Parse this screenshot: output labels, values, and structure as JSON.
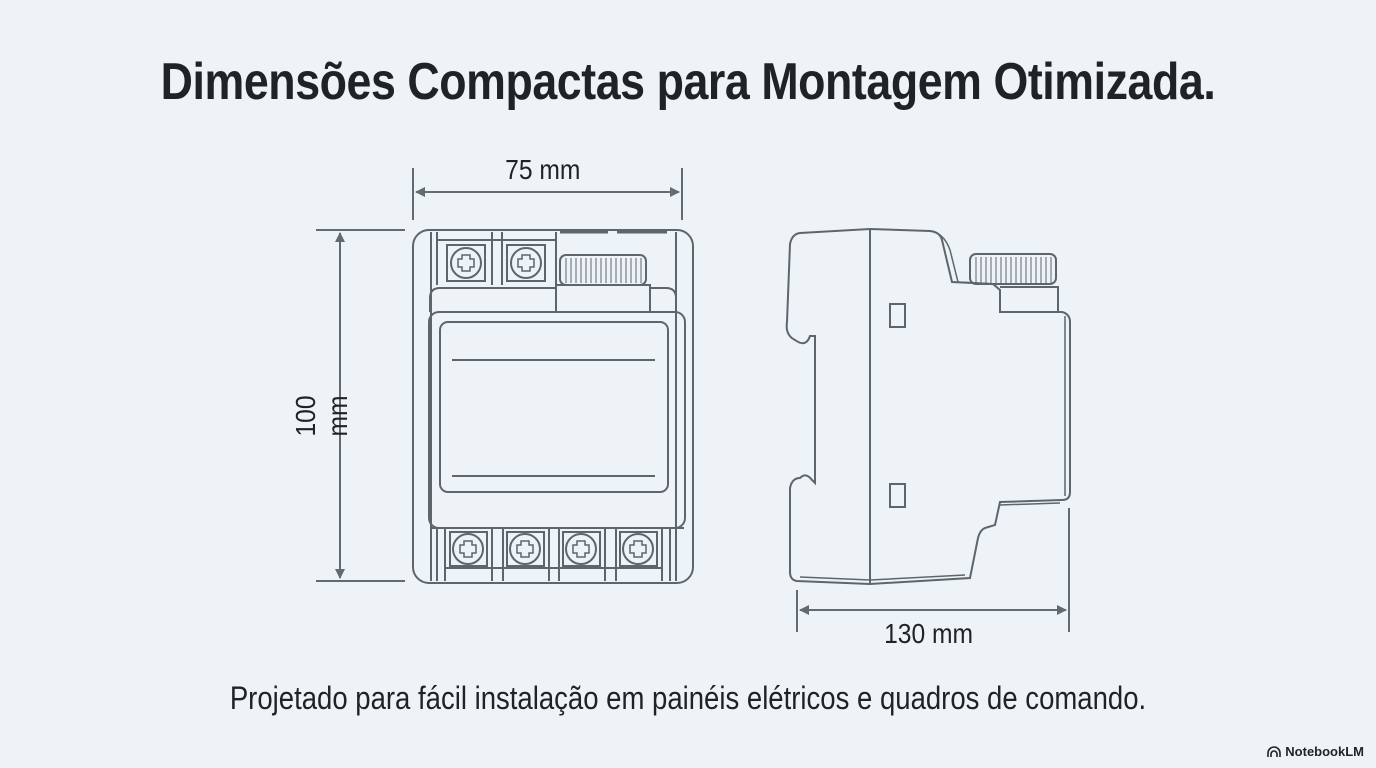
{
  "title": "Dimensões Compactas para Montagem Otimizada.",
  "caption": "Projetado para fácil instalação em painéis elétricos e quadros de comando.",
  "dimensions": {
    "width": "75 mm",
    "height": "100 mm",
    "depth": "130 mm"
  },
  "views": {
    "front": {
      "label": "front-view",
      "top_terminals": 2,
      "bottom_terminals": 4
    },
    "side": {
      "label": "side-view"
    }
  },
  "brand": {
    "name": "NotebookLM",
    "icon": "notebooklm-logo-icon"
  },
  "colors": {
    "background": "#eef3f7",
    "line": "#5f666b",
    "text": "#1f2326"
  }
}
